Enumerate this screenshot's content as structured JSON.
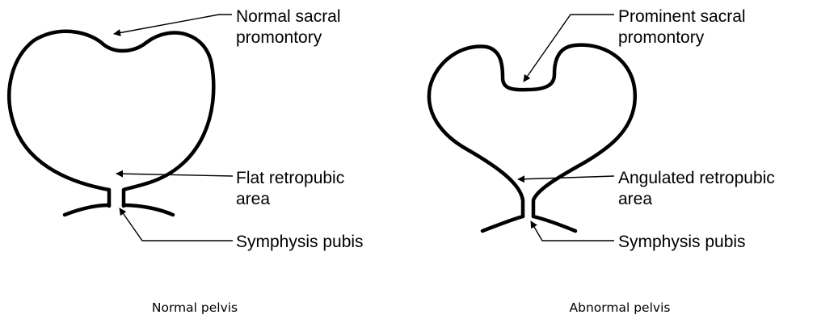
{
  "normal": {
    "promontory_label": [
      "Normal sacral",
      "promontory"
    ],
    "retropubic_label": [
      "Flat retropubic",
      "area"
    ],
    "symphysis_label": "Symphysis pubis",
    "caption": "Normal pelvis"
  },
  "abnormal": {
    "promontory_label": [
      "Prominent sacral",
      "promontory"
    ],
    "retropubic_label": [
      "Angulated retropubic",
      "area"
    ],
    "symphysis_label": "Symphysis pubis",
    "caption": "Abnormal pelvis"
  },
  "colors": {
    "stroke": "#000000",
    "background": "#ffffff"
  }
}
